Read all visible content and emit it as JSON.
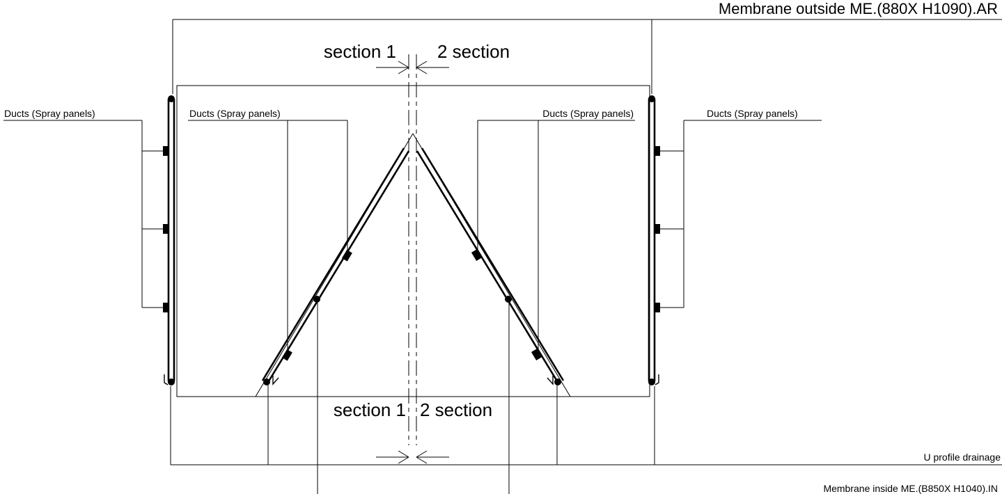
{
  "labels": {
    "membrane_outside": "Membrane outside ME.(880X H1090).AR",
    "membrane_inside": "Membrane inside ME.(B850X H1040).IN",
    "u_profile": "U profile drainage",
    "ducts_left_outer": "Ducts (Spray panels)",
    "ducts_left_inner": "Ducts (Spray panels)",
    "ducts_right_inner": "Ducts (Spray panels)",
    "ducts_right_outer": "Ducts (Spray panels)",
    "section_top_left": "section 1",
    "section_top_right": "2 section",
    "section_bottom_left": "section 1",
    "section_bottom_right": "2 section"
  }
}
